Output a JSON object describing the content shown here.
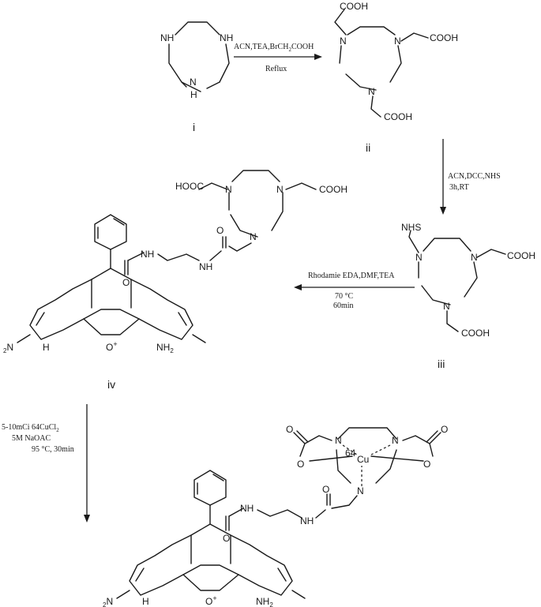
{
  "compounds": {
    "i": {
      "label": "i",
      "nh1": "NH",
      "nh2": "N",
      "nh3": "H",
      "nh4": "N",
      "nh5": "H"
    },
    "ii": {
      "label": "ii",
      "cooh_top": "COOH",
      "cooh_right": "COOH",
      "cooh_bottom": "COOH",
      "n": "N"
    },
    "iii": {
      "label": "iii",
      "nhs": "NHS",
      "cooh_right": "COOH",
      "cooh_bottom": "COOH",
      "n": "N"
    },
    "iv": {
      "label": "iv",
      "hooc": "HOOC",
      "cooh": "COOH",
      "n": "N",
      "nh": "NH",
      "o": "O",
      "h": "H",
      "oplus": "O",
      "plus": "+",
      "nh2_right": "NH",
      "sub2": "2",
      "n_left": "N",
      "sub2_left": "2"
    },
    "product": {
      "cu": "Cu",
      "mass": "64",
      "o": "O",
      "n": "N",
      "nh": "NH",
      "h": "H",
      "nh2_right": "NH",
      "sub2": "2",
      "n_left": "N",
      "sub2_left": "2",
      "plus": "+"
    }
  },
  "conditions": {
    "step1_line1_a": "ACN,TEA,BrCH",
    "step1_line1_sub": "2",
    "step1_line1_b": "COOH",
    "step1_line2": "Reflux",
    "step2_line1": "ACN,DCC,NHS",
    "step2_line2": "3h,RT",
    "step3_line1": "Rhodamie EDA,DMF,TEA",
    "step3_line2": "70 °C",
    "step3_line3": "60min",
    "step4_line1_a": "5-10mCi 64CuCl",
    "step4_line1_sub": "2",
    "step4_line2": "5M NaOAC",
    "step4_line3": "95 °C, 30min"
  }
}
